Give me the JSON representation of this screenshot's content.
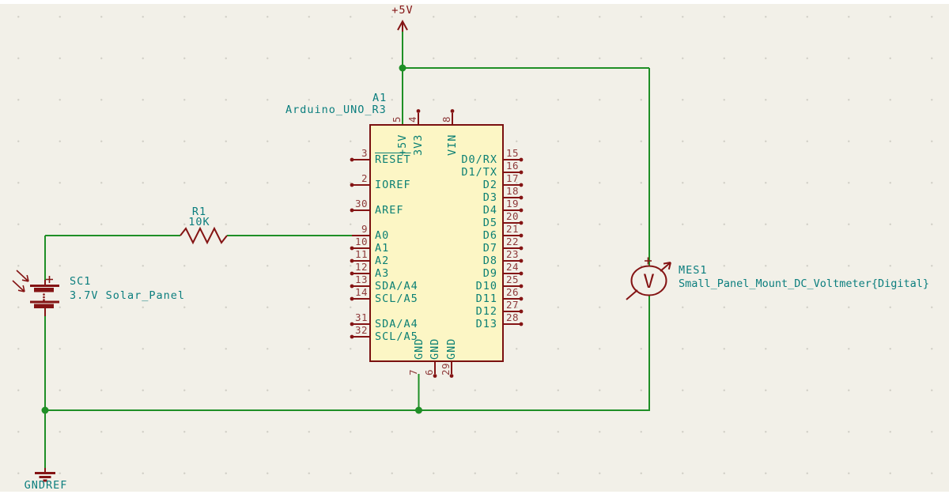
{
  "colors": {
    "background": "#F2F0E8",
    "wire": "#1F8F26",
    "symbol": "#841414",
    "pin_number": "#8E3A3A",
    "pin_name": "#0C8074",
    "field_text": "#0B7E7E",
    "body_fill": "#FCF6C5",
    "body_border": "#7A1010"
  },
  "power": {
    "plus5v_label": "+5V",
    "gnd_label": "GNDREF"
  },
  "arduino": {
    "reference": "A1",
    "value": "Arduino_UNO_R3",
    "top_pins": [
      {
        "num": "5",
        "name": "+5V",
        "connected": true
      },
      {
        "num": "4",
        "name": "3V3"
      },
      {
        "num": "8",
        "name": "VIN"
      }
    ],
    "left_pins": [
      {
        "num": "3",
        "name": "RESET",
        "row": 0,
        "overline": true
      },
      {
        "num": "2",
        "name": "IOREF",
        "row": 2
      },
      {
        "num": "30",
        "name": "AREF",
        "row": 4
      },
      {
        "num": "9",
        "name": "A0",
        "row": 6,
        "connected": true
      },
      {
        "num": "10",
        "name": "A1",
        "row": 7
      },
      {
        "num": "11",
        "name": "A2",
        "row": 8
      },
      {
        "num": "12",
        "name": "A3",
        "row": 9
      },
      {
        "num": "13",
        "name": "SDA/A4",
        "row": 10
      },
      {
        "num": "14",
        "name": "SCL/A5",
        "row": 11
      },
      {
        "num": "31",
        "name": "SDA/A4",
        "row": 13
      },
      {
        "num": "32",
        "name": "SCL/A5",
        "row": 14
      }
    ],
    "right_pins": [
      {
        "num": "15",
        "name": "D0/RX",
        "row": 0
      },
      {
        "num": "16",
        "name": "D1/TX",
        "row": 1
      },
      {
        "num": "17",
        "name": "D2",
        "row": 2
      },
      {
        "num": "18",
        "name": "D3",
        "row": 3
      },
      {
        "num": "19",
        "name": "D4",
        "row": 4
      },
      {
        "num": "20",
        "name": "D5",
        "row": 5
      },
      {
        "num": "21",
        "name": "D6",
        "row": 6
      },
      {
        "num": "22",
        "name": "D7",
        "row": 7
      },
      {
        "num": "23",
        "name": "D8",
        "row": 8
      },
      {
        "num": "24",
        "name": "D9",
        "row": 9
      },
      {
        "num": "25",
        "name": "D10",
        "row": 10
      },
      {
        "num": "26",
        "name": "D11",
        "row": 11
      },
      {
        "num": "27",
        "name": "D12",
        "row": 12
      },
      {
        "num": "28",
        "name": "D13",
        "row": 13
      }
    ],
    "bottom_pins": [
      {
        "num": "7",
        "name": "GND",
        "connected": true
      },
      {
        "num": "6",
        "name": "GND"
      },
      {
        "num": "29",
        "name": "GND"
      }
    ]
  },
  "resistor": {
    "reference": "R1",
    "value": "10K"
  },
  "solar_panel": {
    "reference": "SC1",
    "value": "3.7V Solar_Panel",
    "polarity_mark": "+"
  },
  "voltmeter": {
    "reference": "MES1",
    "value": "Small_Panel_Mount_DC_Voltmeter{Digital}",
    "symbol_letter": "V",
    "polarity_mark": "+"
  }
}
